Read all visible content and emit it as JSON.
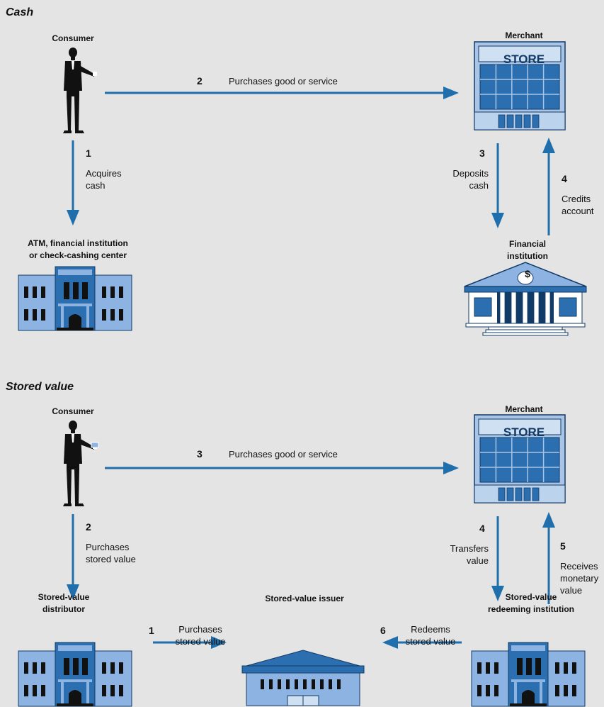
{
  "cash": {
    "heading": "Cash",
    "consumer_label": "Consumer",
    "merchant_label": "Merchant",
    "store_sign": "STORE",
    "atm_label": "ATM, financial institution\nor check-cashing center",
    "financial_label": "Financial\ninstitution",
    "bank_symbol": "$",
    "steps": [
      {
        "num": "1",
        "text": "Acquires\ncash"
      },
      {
        "num": "2",
        "text": "Purchases good or service"
      },
      {
        "num": "3",
        "text": "Deposits\ncash"
      },
      {
        "num": "4",
        "text": "Credits\naccount"
      }
    ]
  },
  "stored": {
    "heading": "Stored value",
    "consumer_label": "Consumer",
    "merchant_label": "Merchant",
    "store_sign": "STORE",
    "distributor_label": "Stored-value\ndistributor",
    "issuer_label": "Stored-value issuer",
    "redeeming_label": "Stored-value\nredeeming institution",
    "steps": [
      {
        "num": "1",
        "text": "Purchases\nstored value"
      },
      {
        "num": "2",
        "text": "Purchases\nstored value"
      },
      {
        "num": "3",
        "text": "Purchases good or service"
      },
      {
        "num": "4",
        "text": "Transfers\nvalue"
      },
      {
        "num": "5",
        "text": "Receives\nmonetary\nvalue"
      },
      {
        "num": "6",
        "text": "Redeems\nstored value"
      }
    ]
  },
  "colors": {
    "arrow": "#1f6fad",
    "building_light": "#8db3e2",
    "building_dark": "#2c6fb0",
    "building_deep": "#123a66",
    "background": "#e4e4e4"
  }
}
